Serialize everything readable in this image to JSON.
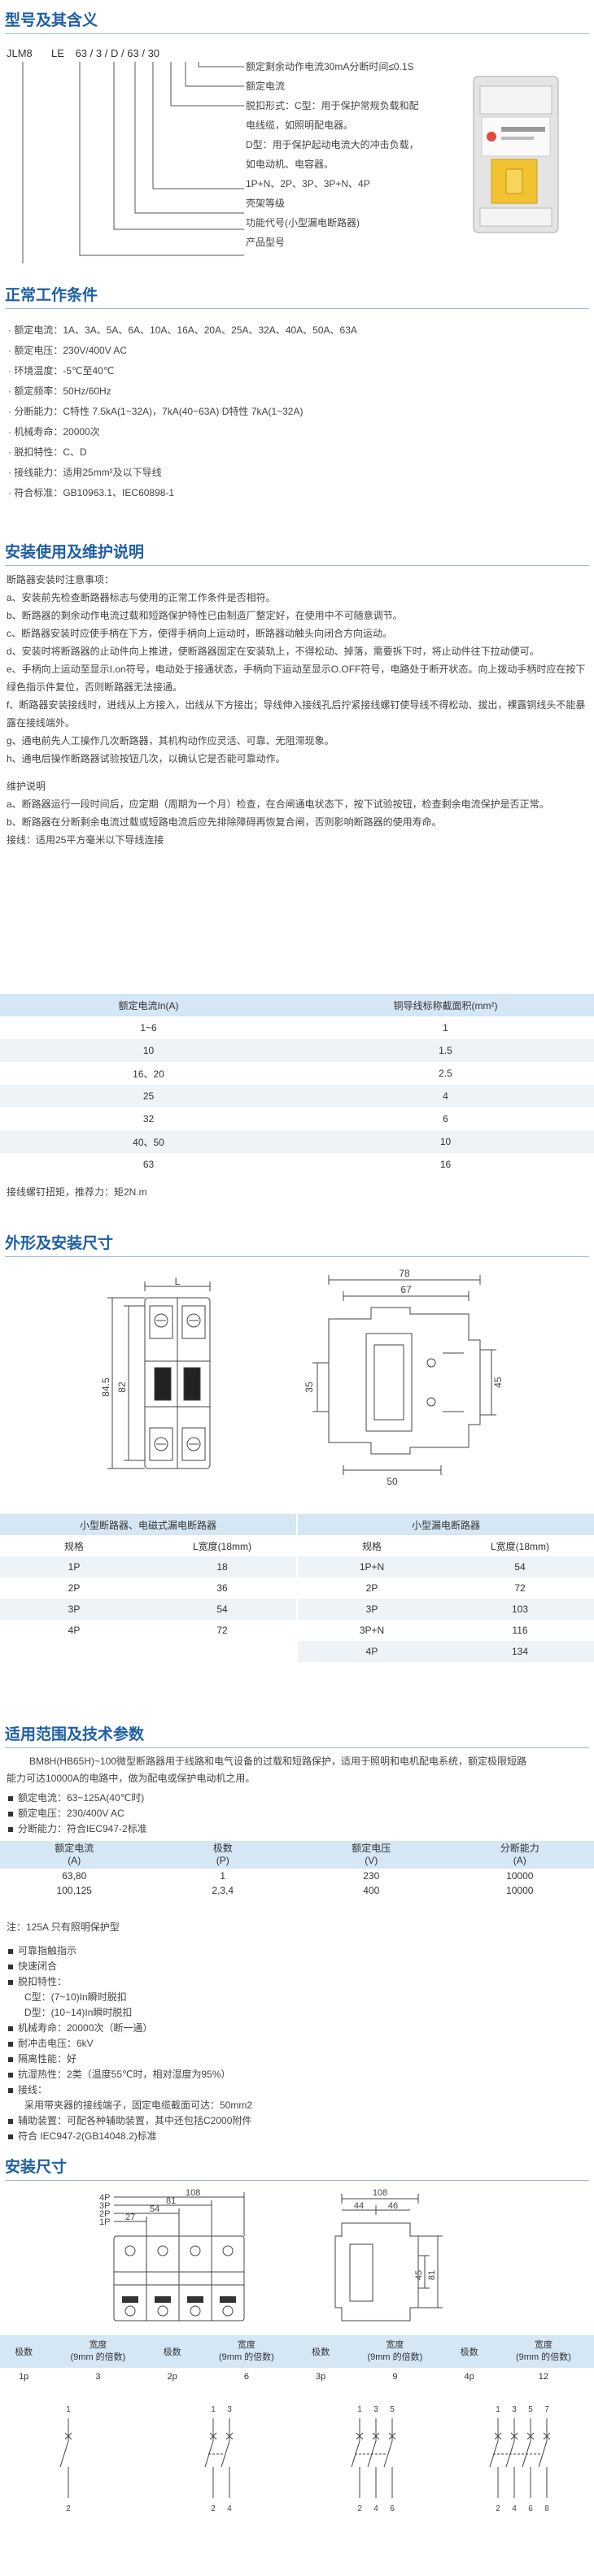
{
  "section1": {
    "title": "型号及其含义",
    "code_parts": [
      "JLM8",
      "LE",
      "63",
      "3",
      "D",
      "63",
      "30"
    ],
    "labels": [
      "额定剩余动作电流30mA分断时间≤0.1S",
      "额定电流",
      "脱扣形式：C型：用于保护常规负载和配",
      "电线缆，如照明配电器。",
      "D型：用于保护起动电流大的冲击负载，",
      "如电动机、电容器。",
      "1P+N、2P、3P、3P+N、4P",
      "壳架等级",
      "功能代号(小型漏电断路器)",
      "产品型号"
    ]
  },
  "section2": {
    "title": "正常工作条件",
    "items": [
      "额定电流：1A、3A、5A、6A、10A、16A、20A、25A、32A、40A、50A、63A",
      "额定电压：230V/400V AC",
      "环境温度：-5℃至40℃",
      "额定频率：50Hz/60Hz",
      "分断能力：C特性 7.5kA(1~32A)，7kA(40~63A) D特性 7kA(1~32A)",
      "机械寿命：20000次",
      "脱扣特性：C、D",
      "接线能力：适用25mm²及以下导线",
      "符合标准：GB10963.1、IEC60898-1"
    ]
  },
  "section3": {
    "title": "安装使用及维护说明",
    "notes_title": "断路器安装时注意事项：",
    "notes": [
      "a、安装前先检查断路器标志与使用的正常工作条件是否相符。",
      "b、断路器的剩余动作电流过载和短路保护特性已由制造厂整定好，在使用中不可随意调节。",
      "c、断路器安装时应使手柄在下方，使得手柄向上运动时，断路器动触头向闭合方向运动。",
      "d、安装时将断路器的止动件向上推进，使断路器固定在安装轨上，不得松动、掉落，需要拆下时，将止动件往下拉动便可。",
      "e、手柄向上运动至显示I.on符号，电动处于接通状态，手柄向下运动至显示O.OFF符号，电路处于断开状态。向上拨动手柄时应在按下绿色指示件复位，否则断路器无法接通。",
      "f、断路器安装接线时，进线从上方接入，出线从下方接出；导线伸入接线孔后拧紧接线螺钉使导线不得松动、拔出，裸露铜线头不能暴露在接线端外。",
      "g、通电前先人工操作几次断路器，其机构动作应灵活、可靠、无阻滞现象。",
      "h、通电后操作断路器试验按钮几次，以确认它是否能可靠动作。"
    ],
    "maint_title": "维护说明",
    "maint": [
      "a、断路器运行一段时间后，应定期（周期为一个月）检查，在合闸通电状态下，按下试验按钮，检查剩余电流保护是否正常。",
      "b、断路器在分断剩余电流过载或短路电流后应先排除障碍再恢复合闸，否则影响断路器的使用寿命。"
    ],
    "wiring_note": "接线：适用25平方毫米以下导线连接",
    "wire_table": {
      "headers": [
        "额定电流In(A)",
        "铜导线标称截面积(mm²)"
      ],
      "rows": [
        [
          "1~6",
          "1"
        ],
        [
          "10",
          "1.5"
        ],
        [
          "16、20",
          "2.5"
        ],
        [
          "25",
          "4"
        ],
        [
          "32",
          "6"
        ],
        [
          "40、50",
          "10"
        ],
        [
          "63",
          "16"
        ]
      ]
    },
    "torque_note": "接线螺钉扭矩，推荐力：矩2N.m"
  },
  "section4": {
    "title": "外形及安装尺寸",
    "dims_left": {
      "L": "L",
      "h1": "84.5",
      "h2": "82"
    },
    "dims_right": {
      "w1": "78",
      "w2": "67",
      "h1": "35",
      "h2": "45",
      "w3": "50"
    },
    "table_a": {
      "title": "小型断路器、电磁式漏电断路器",
      "headers": [
        "规格",
        "L宽度(18mm)"
      ],
      "rows": [
        [
          "1P",
          "18"
        ],
        [
          "2P",
          "36"
        ],
        [
          "3P",
          "54"
        ],
        [
          "4P",
          "72"
        ]
      ]
    },
    "table_b": {
      "title": "小型漏电断路器",
      "headers": [
        "规格",
        "L宽度(18mm)"
      ],
      "rows": [
        [
          "1P+N",
          "54"
        ],
        [
          "2P",
          "72"
        ],
        [
          "3P",
          "103"
        ],
        [
          "3P+N",
          "116"
        ],
        [
          "4P",
          "134"
        ]
      ]
    }
  },
  "section5": {
    "title": "适用范围及技术参数",
    "intro_1": "BM8H(HB65H)~100微型断路器用于线路和电气设备的过载和短路保护，适用于照明和电机配电系统，额定极限短路",
    "intro_2": "能力可达10000A的电路中，做为配电或保护电动机之用。",
    "bullets": [
      "额定电流：63~125A(40℃时)",
      "额定电压：230/400V AC",
      "分断能力：符合IEC947-2标准"
    ],
    "tech_table": {
      "headers": [
        [
          "额定电流",
          "(A)"
        ],
        [
          "极数",
          "(P)"
        ],
        [
          "额定电压",
          "(V)"
        ],
        [
          "分断能力",
          "(A)"
        ]
      ],
      "rows": [
        [
          "63,80",
          "1",
          "230",
          "10000"
        ],
        [
          "100,125",
          "2,3,4",
          "400",
          "10000"
        ]
      ]
    },
    "note": "注：125A 只有照明保护型",
    "features": [
      "可靠指触指示",
      "快速闭合",
      "脱扣特性：",
      "C型：(7~10)In瞬时脱扣",
      "D型：(10~14)In瞬时脱扣",
      "机械寿命：20000次（断一通）",
      "耐冲击电压：6kV",
      "隔离性能：好",
      "抗湿热性：2类（温度55℃时，相对湿度为95%）",
      "接线：",
      "采用带夹器的接线端子，固定电缆截面可达：50mm2",
      "辅助装置：可配各种辅助装置，其中还包括C2000附件",
      "符合 IEC947-2(GB14048.2)标准"
    ]
  },
  "section6": {
    "title": "安装尺寸",
    "front_dims": {
      "p4": "4P",
      "p3": "3P",
      "p2": "2P",
      "p1": "1P",
      "d108": "108",
      "d81": "81",
      "d54": "54",
      "d27": "27"
    },
    "side_dims": {
      "d108": "108",
      "d44": "44",
      "d46": "46",
      "d45": "45",
      "d81": "81"
    },
    "pole_table": {
      "h_poles": "极数",
      "h_width": "宽度",
      "h_width_sub": "(9mm 的倍数)",
      "rows": [
        [
          "1p",
          "3"
        ],
        [
          "2p",
          "6"
        ],
        [
          "3p",
          "9"
        ],
        [
          "4p",
          "12"
        ]
      ]
    },
    "schem_labels": {
      "s1": [
        "1",
        "2"
      ],
      "s2": [
        "1",
        "3",
        "2",
        "4"
      ],
      "s3": [
        "1",
        "3",
        "5",
        "2",
        "4",
        "6"
      ],
      "s4": [
        "1",
        "3",
        "5",
        "7",
        "2",
        "4",
        "6",
        "8"
      ]
    }
  },
  "colors": {
    "accent": "#1f5fa3",
    "table_header": "#d5e6f5",
    "yellow": "#f2c230",
    "device_gray": "#d8d8d8"
  }
}
